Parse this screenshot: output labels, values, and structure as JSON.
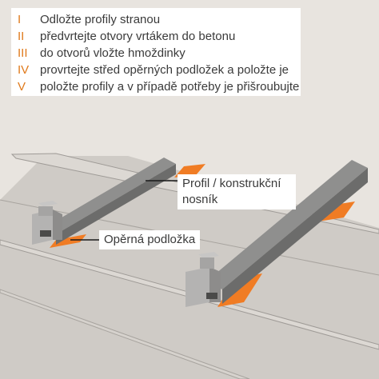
{
  "steps": [
    {
      "numeral": "I",
      "text": "Odložte profily stranou"
    },
    {
      "numeral": "II",
      "text": "předvrtejte otvory vrtákem do betonu"
    },
    {
      "numeral": "III",
      "text": "do otvorů vložte hmoždinky"
    },
    {
      "numeral": "IV",
      "text": "provrtejte střed opěrných podložek a položte je"
    },
    {
      "numeral": "V",
      "text": "položte profily a v případě potřeby je přišroubujte"
    }
  ],
  "labels": {
    "profile_line1": "Profil / konstrukční",
    "profile_line2": "nosník",
    "pad": "Opěrná podložka"
  },
  "colors": {
    "accent": "#e07a1c",
    "pad_orange": "#f07c24",
    "profile_gray": "#8a8a89",
    "background": "#e8e4df"
  }
}
